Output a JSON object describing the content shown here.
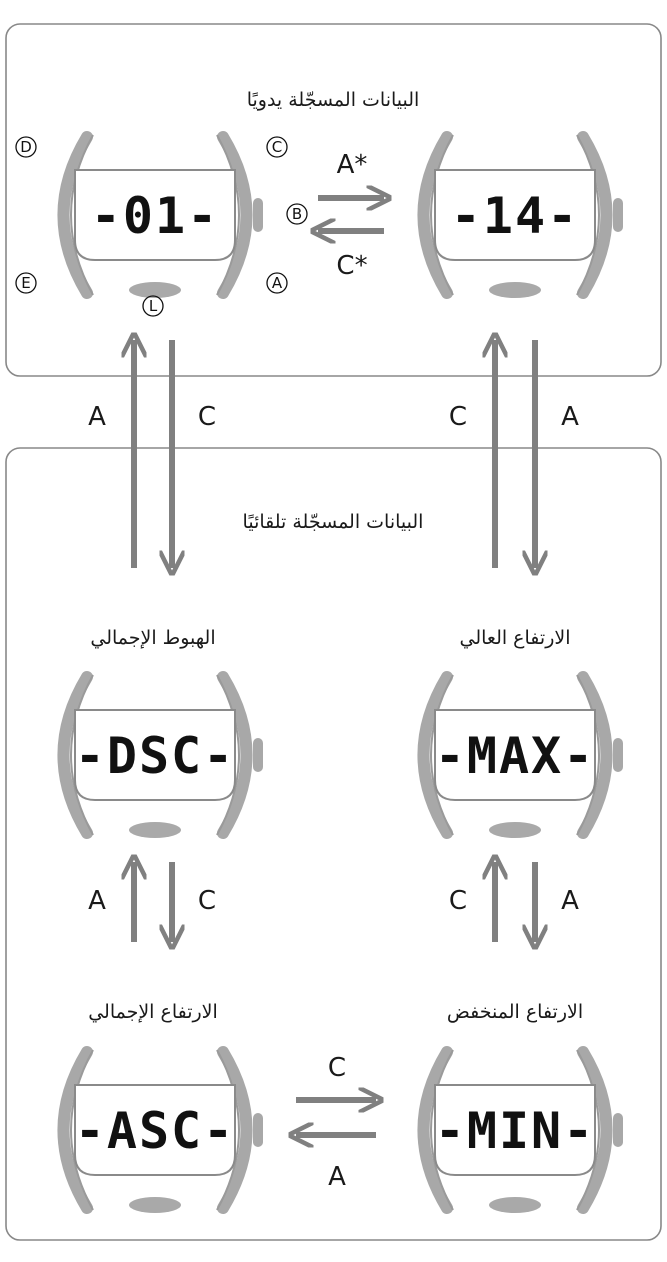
{
  "sections": {
    "manual": {
      "title": "البيانات المسجّلة يدويًا"
    },
    "auto": {
      "title": "البيانات المسجّلة تلقائيًا"
    }
  },
  "watches": {
    "w01": {
      "display": "-01-"
    },
    "w14": {
      "display": "-14-"
    },
    "dsc": {
      "display": "-DSC-",
      "caption": "الهبوط الإجمالي"
    },
    "max": {
      "display": "-MAX-",
      "caption": "الارتفاع العالي"
    },
    "asc": {
      "display": "-ASC-",
      "caption": "الارتفاع الإجمالي"
    },
    "min": {
      "display": "-MIN-",
      "caption": "الارتفاع المنخفض"
    }
  },
  "buttons": {
    "a": "A",
    "b": "B",
    "c": "C",
    "d": "D",
    "e": "E",
    "l": "L"
  },
  "arrows": {
    "top_right": "A*",
    "top_left": "C*",
    "left_up": "A",
    "left_down": "C",
    "right_up": "C",
    "right_down": "A",
    "dsc_up": "A",
    "dsc_down": "C",
    "max_up": "C",
    "max_down": "A",
    "bottom_right": "C",
    "bottom_left": "A"
  },
  "colors": {
    "frame": "#888888",
    "arrow": "#808080",
    "bezel": "#aaaaaa",
    "pad": "#a9a9a9"
  }
}
